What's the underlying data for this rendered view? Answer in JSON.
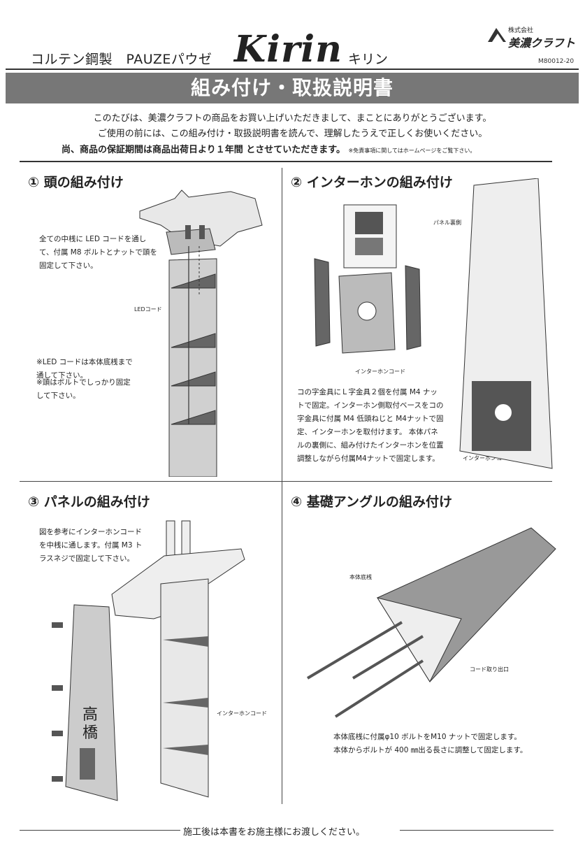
{
  "header": {
    "product_line": "コルテン鋼製　PAUZEパウゼ",
    "logo_text": "Kirin",
    "product_kana": "キリン",
    "company_small": "株式会社",
    "company_name": "美濃クラフト",
    "doc_number": "M80012-20"
  },
  "banner_title": "組み付け・取扱説明書",
  "intro": {
    "line1": "このたびは、美濃クラフトの商品をお買い上げいただきまして、まことにありがとうございます。",
    "line2": "ご使用の前には、この組み付け・取扱説明書を読んで、理解したうえで正しくお使いください。",
    "line3": "尚、商品の保証期間は商品出荷日より１年間 とさせていただきます。",
    "line3_note": "※免責事項に関してはホームページをご覧下さい。"
  },
  "sections": {
    "s1": {
      "title": "① 頭の組み付け",
      "note1": "全ての中桟に LED コードを通して、付属 M8 ボルトとナットで頭を固定して下さい。",
      "label_led": "LEDコード",
      "note2": "※LED コードは本体底桟まで通して下さい。",
      "note3": "※頭はボルトでしっかり固定して下さい。"
    },
    "s2": {
      "title": "② インターホンの組み付け",
      "label_panel_back": "パネル裏側",
      "label_cord": "インターホンコード",
      "label_cord2": "インターホンコード",
      "note": "コの字金具にＬ字金具２個を付属 M4 ナットで固定。インターホン側取付ベースをコの字金具に付属 M4 低頭ねじと M4ナットで固定、インターホンを取付けます。 本体パネルの裏側に、組み付けたインターホンを位置調整しながら付属M4ナットで固定します。"
    },
    "s3": {
      "title": "③ パネルの組み付け",
      "note": "図を参考にインターホンコードを中桟に通します。付属 M3 トラスネジで固定して下さい。",
      "label_cord": "インターホンコード",
      "nameplate": "高橋"
    },
    "s4": {
      "title": "④ 基礎アングルの組み付け",
      "label_bottom": "本体底桟",
      "label_cord_exit": "コード取り出口",
      "note1": "本体底桟に付属φ10 ボルトをM10 ナットで固定します。",
      "note2": "本体からボルトが 400 ㎜出る長さに調整して固定します。"
    }
  },
  "footer": "施工後は本書をお施主様にお渡しください。"
}
